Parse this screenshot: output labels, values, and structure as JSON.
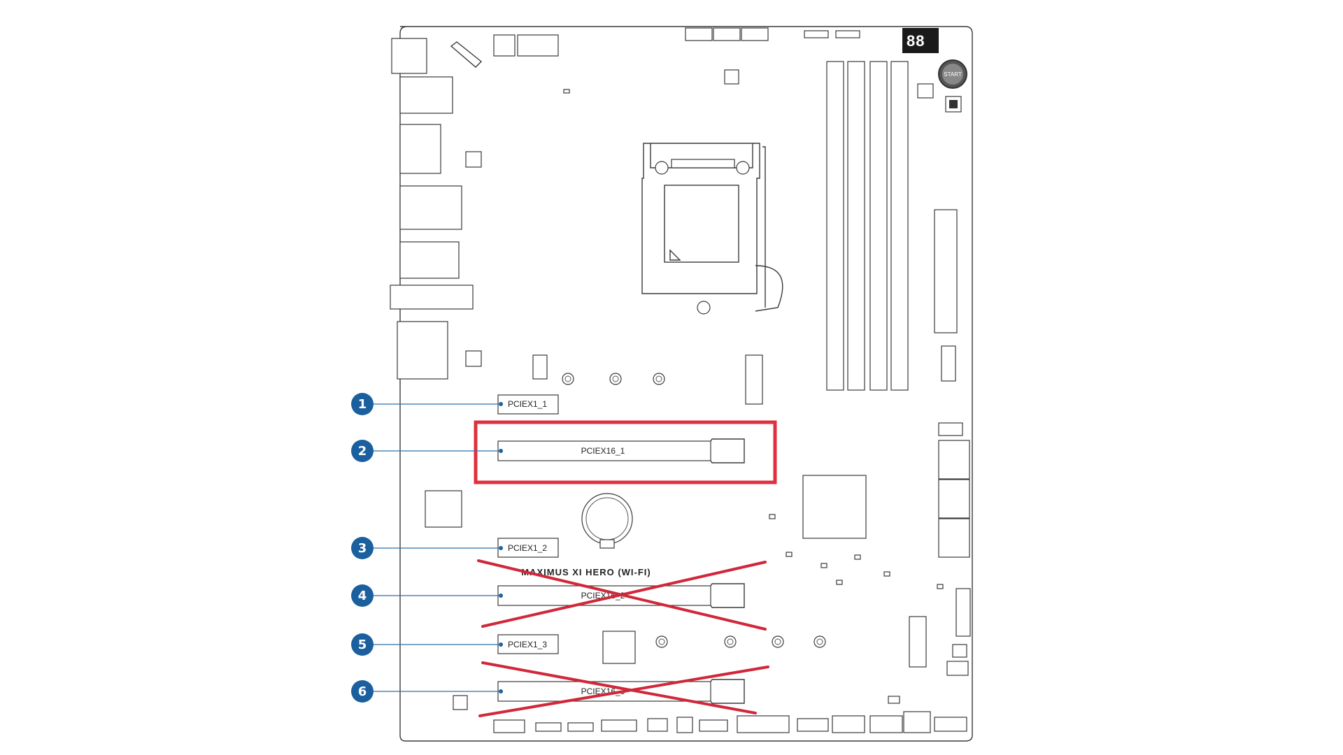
{
  "board": {
    "model_text": "MAXIMUS XI HERO (WI-FI)",
    "start_button_text": "START",
    "debug_display_text": "88"
  },
  "slots": [
    {
      "callout": "1",
      "label": "PCIEX1_1",
      "kind": "x1",
      "highlighted": false,
      "crossed_out": false
    },
    {
      "callout": "2",
      "label": "PCIEX16_1",
      "kind": "x16",
      "highlighted": true,
      "crossed_out": false
    },
    {
      "callout": "3",
      "label": "PCIEX1_2",
      "kind": "x1",
      "highlighted": false,
      "crossed_out": false
    },
    {
      "callout": "4",
      "label": "PCIEX16_2",
      "kind": "x16",
      "highlighted": false,
      "crossed_out": true
    },
    {
      "callout": "5",
      "label": "PCIEX1_3",
      "kind": "x1",
      "highlighted": false,
      "crossed_out": false
    },
    {
      "callout": "6",
      "label": "PCIEX16_3",
      "kind": "x16",
      "highlighted": false,
      "crossed_out": true
    }
  ],
  "colors": {
    "callout_fill": "#1b5f9e",
    "callout_line": "#2f6fa8",
    "highlight_box": "#e0303f",
    "cross_out": "#d0283a",
    "board_line": "#3a3a3a"
  }
}
